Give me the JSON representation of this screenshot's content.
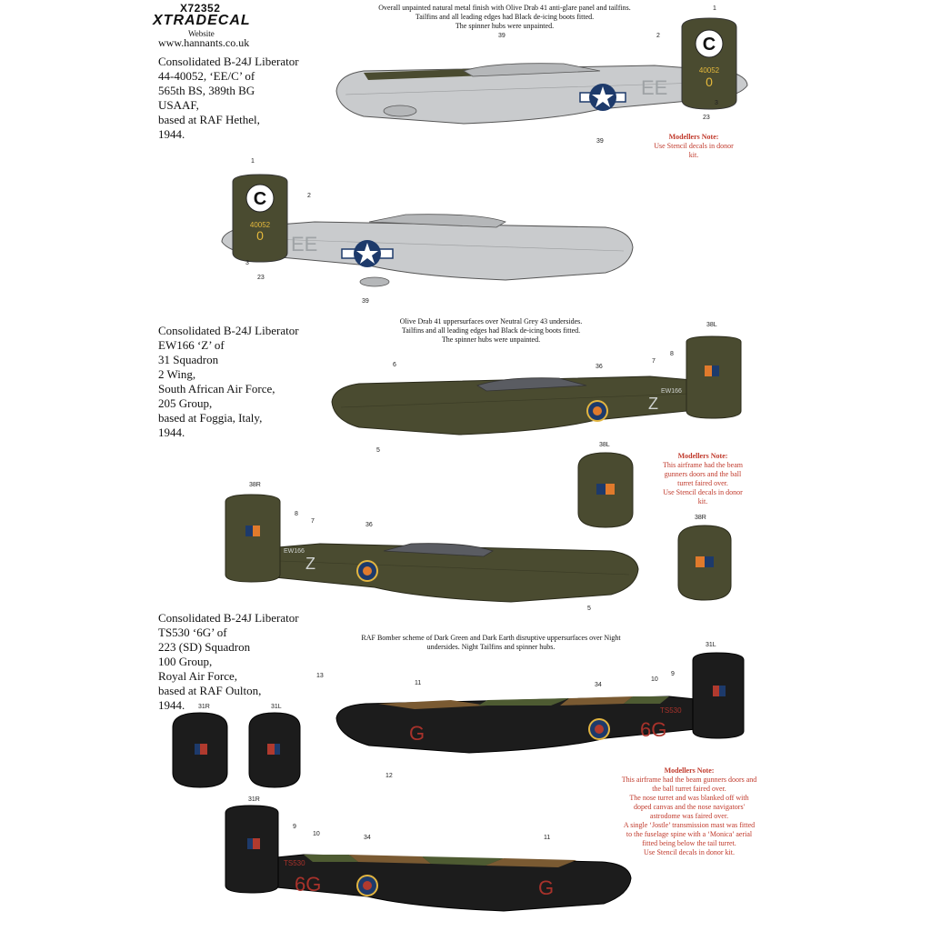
{
  "header": {
    "code": "X72352",
    "brand": "XTRADECAL",
    "website_label": "Website",
    "website_url": "www.hannants.co.uk"
  },
  "schemes": [
    {
      "lines": [
        "Consolidated B-24J Liberator",
        "44-40052, ‘EE/C’ of",
        "565th BS, 389th BG",
        "USAAF,",
        "based at RAF Hethel,",
        "1944."
      ],
      "finish_note": [
        "Overall unpainted natural metal finish with Olive Drab 41 anti-glare panel and tailfins.",
        "Tailfins and all leading edges had Black de-icing boots fitted.",
        "The spinner hubs were unpainted."
      ],
      "modellers_note": [
        "Modellers Note:",
        "Use Stencil decals in donor",
        "kit."
      ]
    },
    {
      "lines": [
        "Consolidated B-24J Liberator",
        "EW166 ‘Z’ of",
        "31 Squadron",
        "2 Wing,",
        "South African Air Force,",
        "205 Group,",
        "based at Foggia, Italy,",
        "1944."
      ],
      "finish_note": [
        "Olive Drab 41 uppersurfaces over Neutral Grey 43 undersides.",
        "Tailfins and all leading edges had Black de-icing boots fitted.",
        "The spinner hubs were unpainted."
      ],
      "modellers_note": [
        "Modellers Note:",
        "This airframe had the beam",
        "gunners doors and the ball",
        "turret faired over.",
        "Use Stencil decals in donor",
        "kit."
      ]
    },
    {
      "lines": [
        "Consolidated B-24J Liberator",
        "TS530 ‘6G’ of",
        "223 (SD) Squadron",
        "100 Group,",
        "Royal Air Force,",
        "based at RAF Oulton,",
        "1944."
      ],
      "finish_note": [
        "RAF Bomber scheme of Dark Green and Dark Earth disruptive uppersurfaces over Night",
        "undersides. Night Tailfins and spinner hubs."
      ],
      "modellers_note": [
        "Modellers Note:",
        "This airframe had the beam gunners doors and",
        "the ball turret faired over.",
        "The nose turret and was blanked off with",
        "doped canvas and the nose navigators'",
        "astrodome was faired over.",
        "A single ‘Jostle’ transmission mast was fitted",
        "to the fuselage spine with a ‘Monica’ aerial",
        "fitted being below the tail turret.",
        "Use Stencil decals in donor kit."
      ]
    }
  ],
  "markings": {
    "a_fin_letter": "C",
    "a_fin_serial": "40052",
    "a_fin_id": "0",
    "a_fuselage_code": "EE",
    "b_fuselage_code": "Z",
    "b_serial": "EW166",
    "c_code": "6G",
    "c_letter": "G",
    "c_serial": "TS530"
  },
  "callouts": {
    "a1": [
      "1",
      "2",
      "39",
      "3",
      "23",
      "39"
    ],
    "a2": [
      "1",
      "2",
      "3",
      "23",
      "39"
    ],
    "b1": [
      "38L",
      "8",
      "7",
      "36",
      "6",
      "5"
    ],
    "b_fin_l": "38L",
    "b2": [
      "38R",
      "8",
      "7",
      "36",
      "5"
    ],
    "b_fin_r": "38R",
    "c1": [
      "31L",
      "9",
      "10",
      "34",
      "11",
      "13",
      "12"
    ],
    "c_fin_r": "31R",
    "c_fin_l": "31L",
    "c2": [
      "31R",
      "9",
      "10",
      "34",
      "11"
    ]
  },
  "colors": {
    "metal": "#c9cbcd",
    "olive_drab": "#4a4b30",
    "night": "#1c1c1c",
    "dark_green": "#4e5b32",
    "dark_earth": "#7a5a32",
    "roundel_blue": "#1d3a6b",
    "fin_red": "#b03a2e",
    "code_red": "#a8322b",
    "note_red": "#c0392b"
  }
}
